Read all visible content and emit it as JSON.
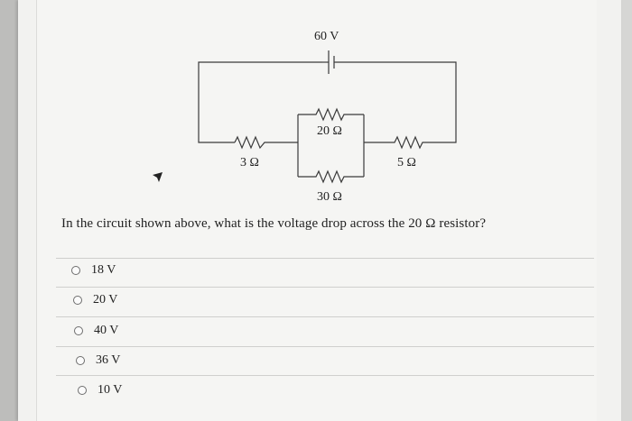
{
  "circuit": {
    "source_label": "60 V",
    "r1_label": "3 Ω",
    "r2_label": "20 Ω",
    "r3_label": "30 Ω",
    "r4_label": "5 Ω"
  },
  "question": {
    "text": "In the circuit shown above, what is the voltage drop across the 20 Ω resistor?"
  },
  "options": [
    {
      "label": "18 V"
    },
    {
      "label": "20 V"
    },
    {
      "label": "40 V"
    },
    {
      "label": "36 V"
    },
    {
      "label": "10 V"
    }
  ],
  "colors": {
    "wire": "#3a3a3a",
    "page": "#f5f5f3"
  },
  "icons": {
    "cursor": "mouse-pointer-icon",
    "radio": "radio-circle-icon"
  }
}
